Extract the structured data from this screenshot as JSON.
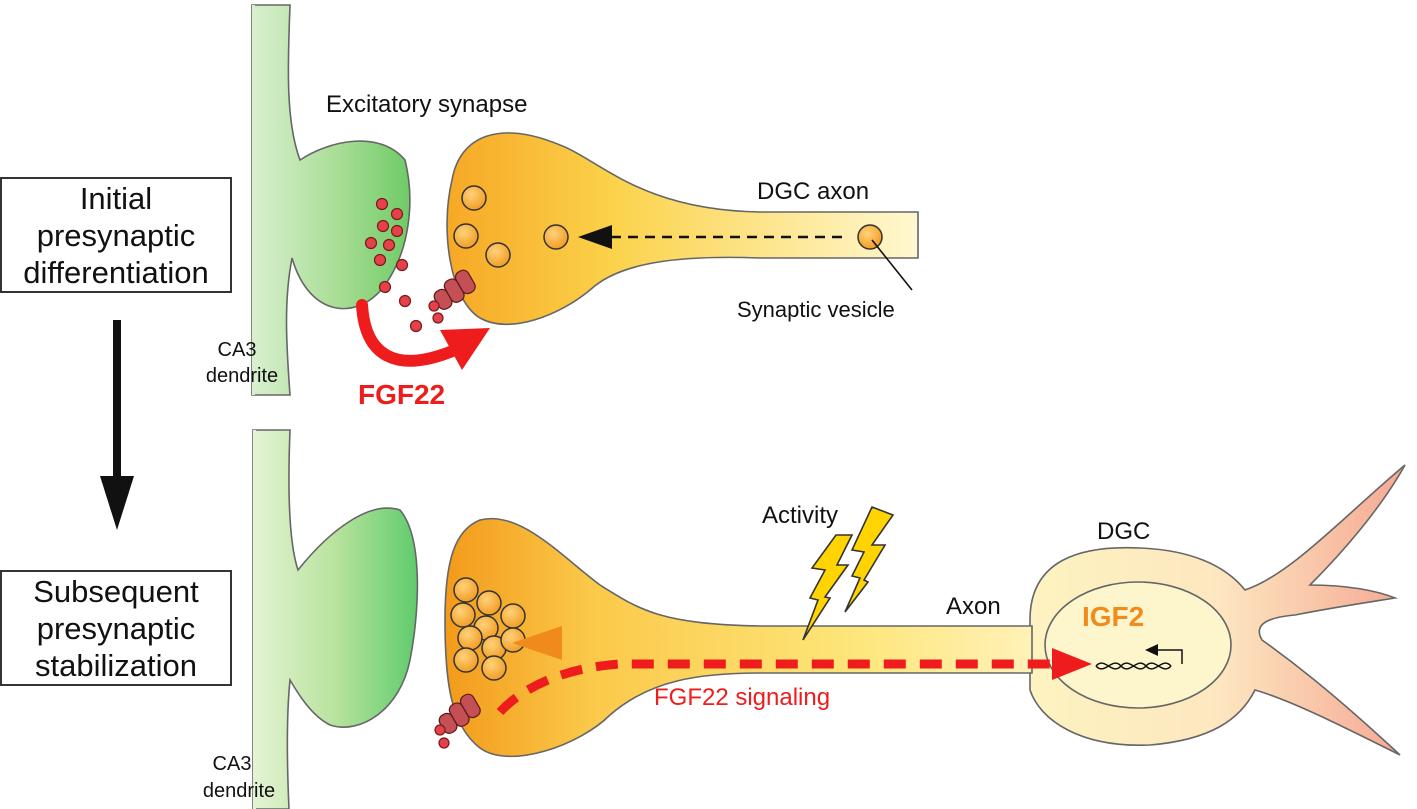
{
  "stages": {
    "initial": [
      "Initial",
      "presynaptic",
      "differentiation"
    ],
    "subsequent": [
      "Subsequent",
      "presynaptic",
      "stabilization"
    ]
  },
  "top_panel": {
    "excitatory_synapse": "Excitatory synapse",
    "dgc_axon": "DGC axon",
    "synaptic_vesicle": "Synaptic vesicle",
    "ca3_dendrite": [
      "CA3",
      "dendrite"
    ],
    "fgf22": "FGF22"
  },
  "bottom_panel": {
    "activity": "Activity",
    "dgc": "DGC",
    "axon": "Axon",
    "igf2": "IGF2",
    "fgf22_signaling": "FGF22 signaling",
    "ca3_dendrite": [
      "CA3",
      "dendrite"
    ]
  },
  "colors": {
    "fgf22_red": "#ee1c1c",
    "igf2_orange": "#f08c1e",
    "dendrite_green": "#6fcf6a",
    "bouton_orange": "#f7a51c",
    "vesicle_orange": "#f5a623",
    "lightning_yellow": "#ffd400",
    "dendrite_pink": "#f4968a"
  }
}
